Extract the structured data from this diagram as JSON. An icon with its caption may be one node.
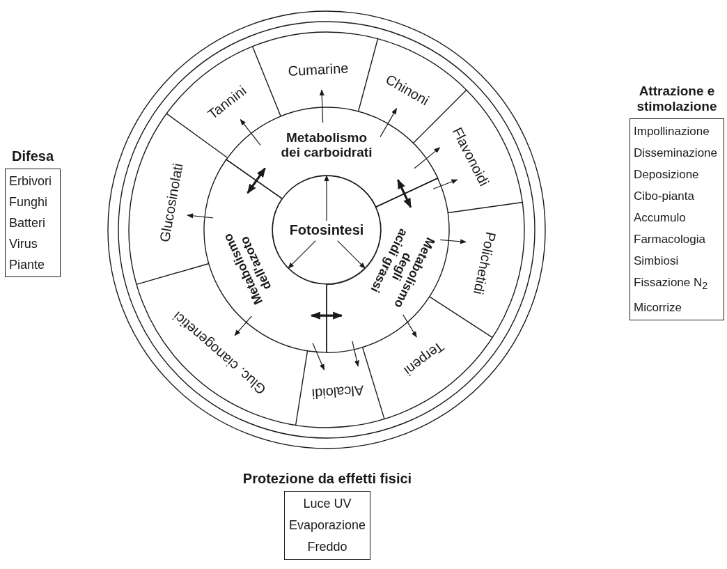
{
  "diagram": {
    "nodes": [
      {
        "text": [
          "Fotosintesi"
        ]
      },
      {
        "text": [
          "Metabolismo dei carboidrati"
        ]
      },
      {
        "text": [
          "Metabolismo degli acidi grassi"
        ]
      },
      {
        "text": [
          "Metabolismo dell'azoto"
        ]
      },
      {
        "text": [
          "Tannini"
        ]
      },
      {
        "text": [
          "Cumarine"
        ]
      },
      {
        "text": [
          "Chinoni"
        ]
      },
      {
        "text": [
          "Flavonoidi"
        ]
      },
      {
        "text": [
          "Polichetidi"
        ]
      },
      {
        "text": [
          "Terpeni"
        ]
      },
      {
        "text": [
          "Alcaloidi"
        ]
      },
      {
        "text": [
          "Gluc. cianogenetici"
        ]
      },
      {
        "text": [
          "Glucosinolati"
        ]
      },
      {
        "text": [
          "Difesa",
          "Erbivori",
          "Funghi",
          "Batteri",
          "Virus",
          "Piante"
        ]
      },
      {
        "text": [
          "Attrazione e stimolazione",
          "Impollinazione",
          "Disseminazione",
          "Deposizione",
          "Cibo-pianta",
          "Accumulo",
          "Farmacologia",
          "Simbiosi",
          "Fissazione N$_{2}$",
          "Micorrize"
        ]
      },
      {
        "text": [
          "Protezione da effetti fisici",
          "Luce UV",
          "Evaporazione",
          "Freddo"
        ]
      }
    ],
    "edges": [
      {
        "from": 0,
        "to": 1,
        "arrow": "to"
      },
      {
        "from": 0,
        "to": 2,
        "arrow": "to"
      },
      {
        "from": 0,
        "to": 3,
        "arrow": "to"
      },
      {
        "from": 1,
        "to": 3,
        "arrow": "both",
        "style": "thick"
      },
      {
        "from": 1,
        "to": 2,
        "arrow": "both",
        "style": "thick"
      },
      {
        "from": 3,
        "to": 2,
        "arrow": "both",
        "style": "thick"
      },
      {
        "from": 1,
        "to": 4,
        "arrow": "to"
      },
      {
        "from": 1,
        "to": 5,
        "arrow": "to"
      },
      {
        "from": 1,
        "to": 6,
        "arrow": "to"
      },
      {
        "from": 1,
        "to": 7,
        "arrow": "to"
      },
      {
        "from": 2,
        "to": 7,
        "arrow": "to"
      },
      {
        "from": 2,
        "to": 8,
        "arrow": "to"
      },
      {
        "from": 2,
        "to": 9,
        "arrow": "to"
      },
      {
        "from": 2,
        "to": 10,
        "arrow": "to"
      },
      {
        "from": 3,
        "to": 10,
        "arrow": "to"
      },
      {
        "from": 3,
        "to": 11,
        "arrow": "to"
      },
      {
        "from": 3,
        "to": 12,
        "arrow": "to"
      }
    ]
  }
}
